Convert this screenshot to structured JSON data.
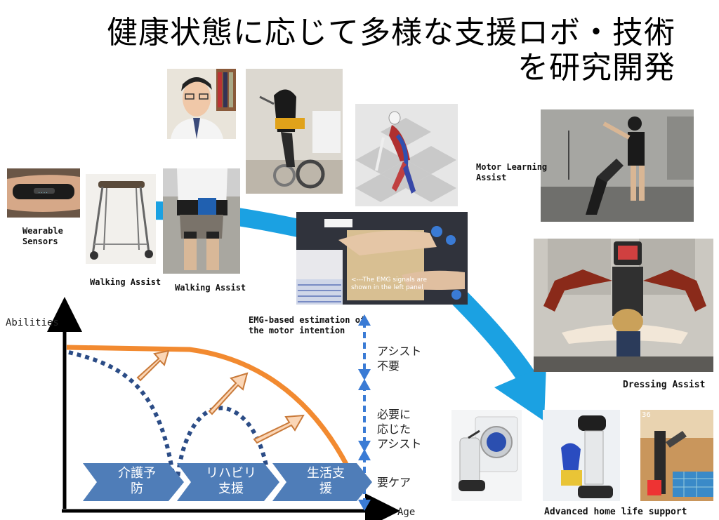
{
  "title": {
    "line1": "健康状態に応じて多様な支援ロボ・技術",
    "line2": "を研究開発"
  },
  "captions": {
    "wearable": [
      "Wearable",
      "Sensors"
    ],
    "walking1": "Walking Assist",
    "walking2": "Walking Assist",
    "emg": [
      "EMG-based estimation of",
      "the motor intention"
    ],
    "motor": [
      "Motor Learning",
      "Assist"
    ],
    "dressing": "Dressing Assist",
    "home": "Advanced home life support"
  },
  "emg_overlay": [
    "<---The EMG signals are",
    "shown in the left panel"
  ],
  "chart": {
    "y_axis_label": "Abilities",
    "x_axis_label": "Age",
    "zones": [
      {
        "label": [
          "アシスト",
          "不要"
        ]
      },
      {
        "label": [
          "必要に",
          "応じた",
          "アシスト"
        ]
      },
      {
        "label": [
          "要ケア"
        ]
      }
    ],
    "stages": [
      {
        "label": [
          "介護予",
          "防"
        ]
      },
      {
        "label": [
          "リハビリ",
          "支援"
        ]
      },
      {
        "label": [
          "生活支",
          "援"
        ]
      }
    ]
  },
  "photo_overlay": {
    "counter": "36"
  },
  "colors": {
    "curve_orange": "#f28a30",
    "dotted_navy": "#2b4c86",
    "chevron_blue": "#4f7db8",
    "arrow_cyan": "#1ba1e2",
    "arrow_fill": "#fbd6b6"
  }
}
